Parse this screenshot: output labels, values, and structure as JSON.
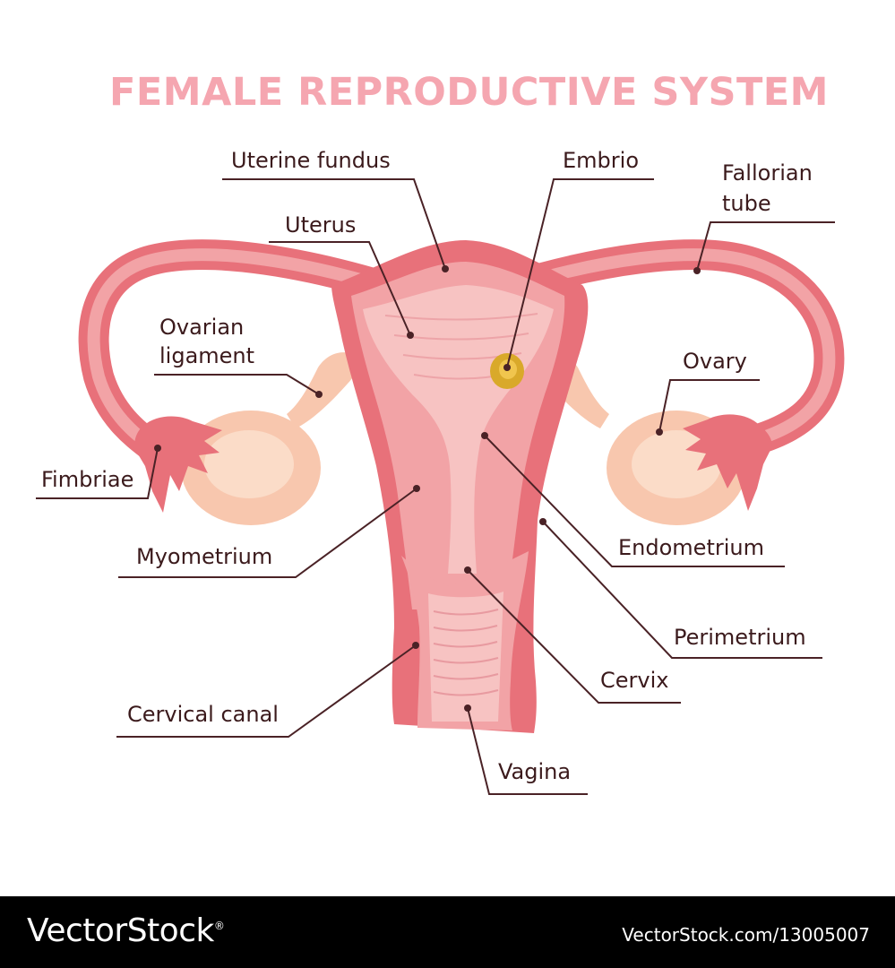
{
  "title": "FEMALE REPRODUCTIVE SYSTEM",
  "colors": {
    "title": "#f5a6b0",
    "label_text": "#3b1a1c",
    "leader_line": "#4a2226",
    "tissue_outer": "#e8717a",
    "tissue_inner": "#f2a3a6",
    "tissue_light": "#f7c3c2",
    "ovary": "#f8c7ae",
    "embryo": "#d9a92a"
  },
  "labels": {
    "uterine_fundus": "Uterine fundus",
    "embrio": "Embrio",
    "fallorian_line1": "Fallorian",
    "fallorian_line2": "tube",
    "uterus": "Uterus",
    "ovarian_ligament_line1": "Ovarian",
    "ovarian_ligament_line2": "ligament",
    "ovary": "Ovary",
    "fimbriae": "Fimbriae",
    "myometrium": "Myometrium",
    "endometrium": "Endometrium",
    "perimetrium": "Perimetrium",
    "cervix": "Cervix",
    "cervical_canal": "Cervical canal",
    "vagina": "Vagina"
  },
  "footer": {
    "brand": "VectorStock",
    "registered_mark": "®",
    "image_id": "VectorStock.com/13005007"
  }
}
